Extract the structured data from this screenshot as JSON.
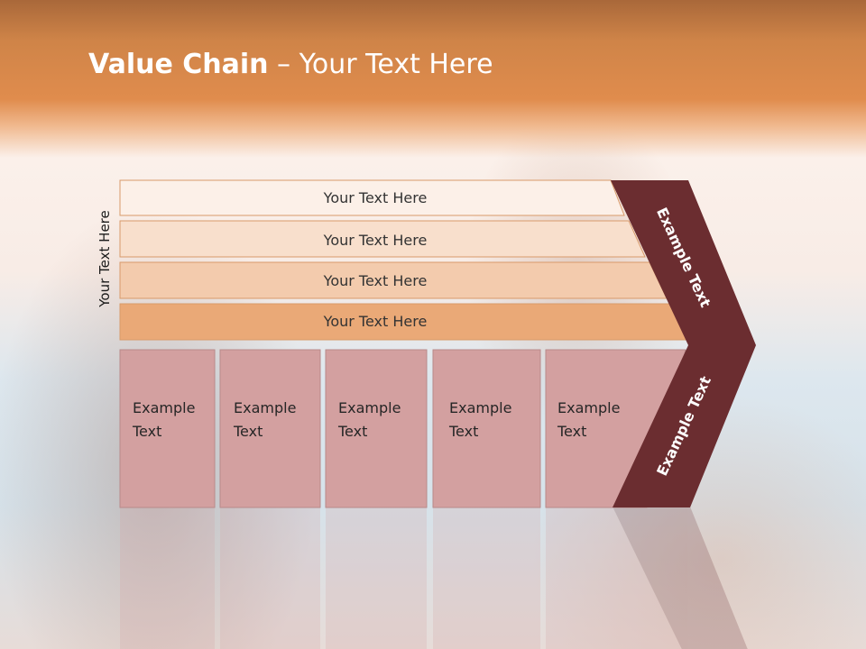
{
  "slide": {
    "title_bold": "Value Chain",
    "title_rest": " – Your Text Here",
    "side_label": "Your Text Here"
  },
  "rows": [
    {
      "label": "Your Text Here",
      "color": "#fcf0e8"
    },
    {
      "label": "Your Text Here",
      "color": "#f8dfcc"
    },
    {
      "label": "Your Text Here",
      "color": "#f3cbad"
    },
    {
      "label": "Your Text Here",
      "color": "#eaa977"
    }
  ],
  "boxes": [
    {
      "line1": "Example",
      "line2": "Text"
    },
    {
      "line1": "Example",
      "line2": "Text"
    },
    {
      "line1": "Example",
      "line2": "Text"
    },
    {
      "line1": "Example",
      "line2": "Text"
    },
    {
      "line1": "Example",
      "line2": "Text"
    }
  ],
  "chevron": {
    "top_text": "Example Text",
    "bottom_text": "Example Text",
    "color": "#6b2d30"
  },
  "colors": {
    "box_fill": "#d3a0a0",
    "box_stroke": "#b88a8a",
    "row_stroke": "#d89a6a",
    "band": "#e08c4d"
  }
}
